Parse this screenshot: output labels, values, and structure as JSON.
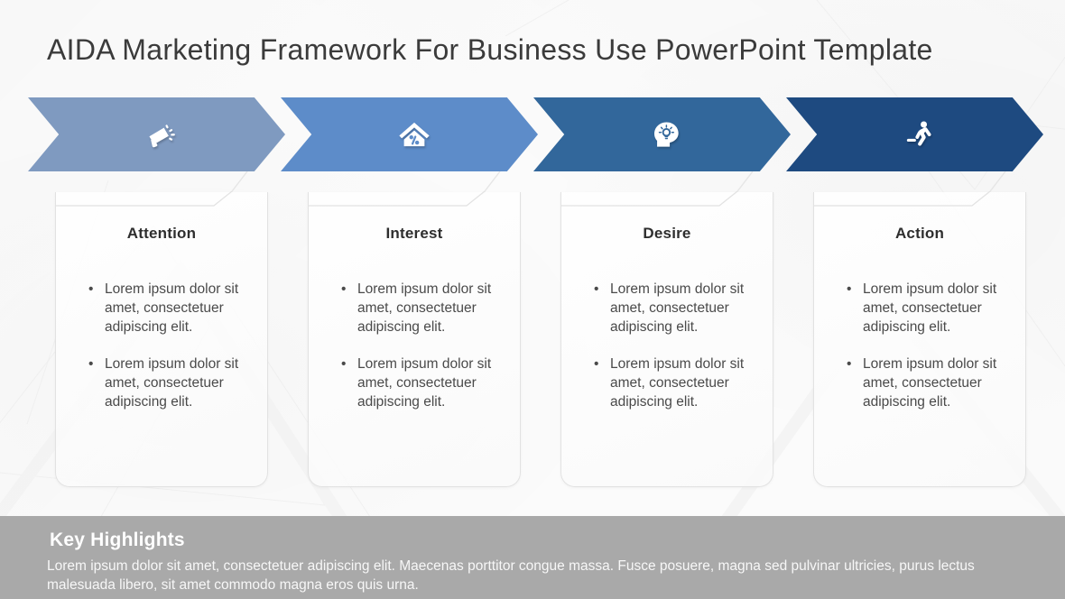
{
  "slide": {
    "title": "AIDA Marketing Framework For Business Use PowerPoint Template",
    "background_color": "#fbfbfb"
  },
  "stages": [
    {
      "key": "attention",
      "label": "Attention",
      "icon": "megaphone-icon",
      "color": "#7f9ac0",
      "bullets": [
        "Lorem ipsum dolor sit amet, consectetuer adipiscing elit.",
        "Lorem ipsum dolor sit amet, consectetuer adipiscing elit."
      ]
    },
    {
      "key": "interest",
      "label": "Interest",
      "icon": "house-percent-icon",
      "color": "#5d8cc9",
      "bullets": [
        "Lorem ipsum dolor sit amet, consectetuer adipiscing elit.",
        "Lorem ipsum dolor sit amet, consectetuer adipiscing elit."
      ]
    },
    {
      "key": "desire",
      "label": "Desire",
      "icon": "head-lightbulb-icon",
      "color": "#32679b",
      "bullets": [
        "Lorem ipsum dolor sit amet, consectetuer adipiscing elit.",
        "Lorem ipsum dolor sit amet, consectetuer adipiscing elit."
      ]
    },
    {
      "key": "action",
      "label": "Action",
      "icon": "running-person-icon",
      "color": "#1e4a80",
      "bullets": [
        "Lorem ipsum dolor sit amet, consectetuer adipiscing elit.",
        "Lorem ipsum dolor sit amet, consectetuer adipiscing elit."
      ]
    }
  ],
  "bullet_marker": "•",
  "footer": {
    "title": "Key Highlights",
    "body": "Lorem ipsum dolor sit amet, consectetuer adipiscing elit. Maecenas porttitor congue massa. Fusce posuere, magna sed pulvinar ultricies, purus lectus malesuada libero, sit amet commodo magna eros quis urna.",
    "background_color": "#a9a9a9",
    "text_color": "#ffffff"
  }
}
